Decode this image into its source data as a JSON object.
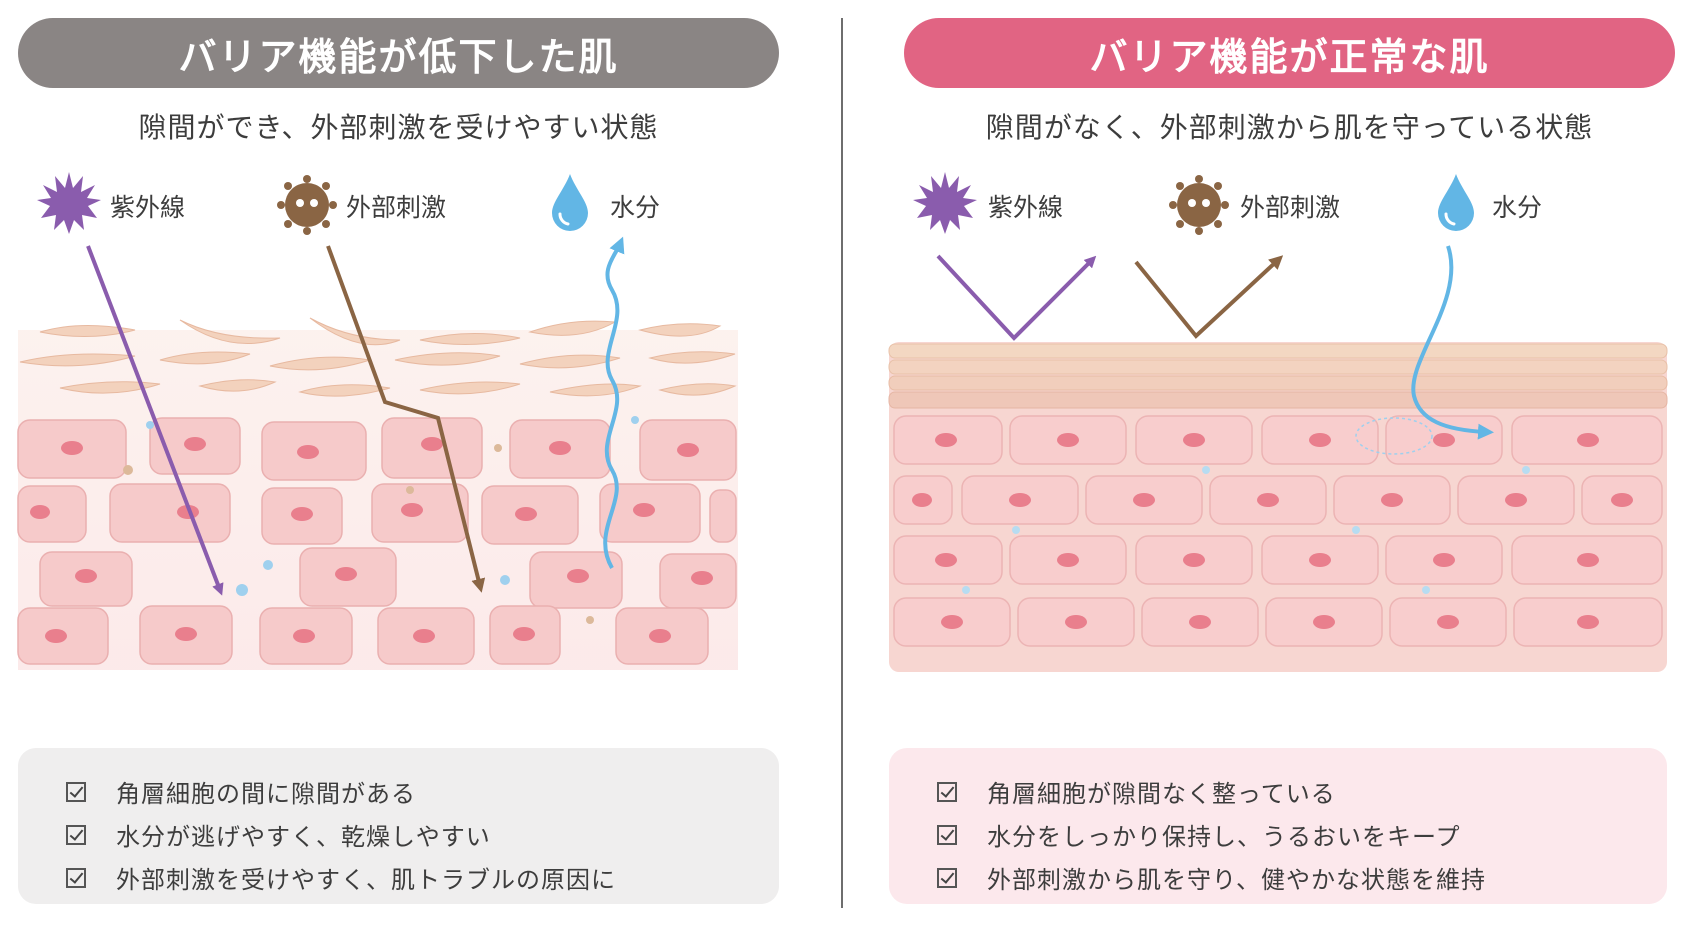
{
  "colors": {
    "left_title_bg": "#8a8584",
    "right_title_bg": "#e16483",
    "uv": "#8a5cad",
    "irritant": "#8a6544",
    "water": "#62b6e5",
    "skin": "#f3c3c3",
    "left_box_bg": "#efeeee",
    "right_box_bg": "#fce8ec"
  },
  "left": {
    "title": "バリア機能が低下した肌",
    "subtitle": "隙間ができ、外部刺激を受けやすい状態",
    "legend": {
      "uv_label": "紫外線",
      "uv_icon": "purple-star-icon",
      "irritant_label": "外部刺激",
      "irritant_icon": "brown-germ-icon",
      "water_label": "水分",
      "water_icon": "water-drop-icon"
    },
    "checks": [
      "角層細胞の間に隙間がある",
      "水分が逃げやすく、乾燥しやすい",
      "外部刺激を受けやすく、肌トラブルの原因に"
    ]
  },
  "right": {
    "title": "バリア機能が正常な肌",
    "subtitle": "隙間がなく、外部刺激から肌を守っている状態",
    "legend": {
      "uv_label": "紫外線",
      "uv_icon": "purple-star-icon",
      "irritant_label": "外部刺激",
      "irritant_icon": "brown-germ-icon",
      "water_label": "水分",
      "water_icon": "water-drop-icon"
    },
    "checks": [
      "角層細胞が隙間なく整っている",
      "水分をしっかり保持し、うるおいをキープ",
      "外部刺激から肌を守り、健やかな状態を維持"
    ]
  }
}
